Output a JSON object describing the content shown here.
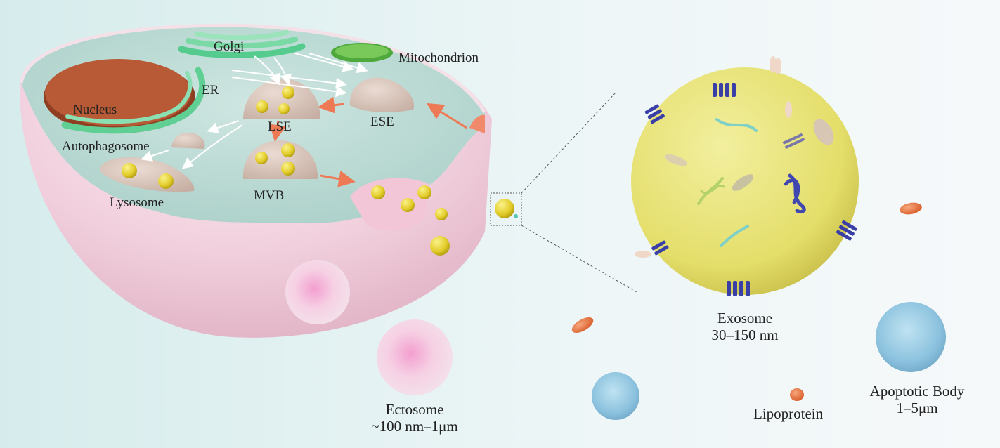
{
  "colors": {
    "background_left": "#d9eeee",
    "background_right": "#f2f7f8",
    "cell_membrane": "#f2d2de",
    "cytoplasm": "#bcd9d3",
    "nucleus": "#b55a37",
    "golgi_er": "#63d49a",
    "vesicle_yellow": "#e6d23a",
    "exosome": "#e9e58a",
    "cargo_blue": "#3a3fa8",
    "lipoprotein": "#e2703b",
    "apoptotic_body": "#8fc3de"
  },
  "organelles": {
    "golgi": "Golgi",
    "mitochondrion": "Mitochondrion",
    "er": "ER",
    "nucleus": "Nucleus",
    "lse": "LSE",
    "ese": "ESE",
    "autophagosome": "Autophagosome",
    "mvb": "MVB",
    "lysosome": "Lysosome"
  },
  "vesicles": {
    "exosome": {
      "name": "Exosome",
      "size": "30–150 nm"
    },
    "ectosome": {
      "name": "Ectosome",
      "size": "~100 nm–1μm"
    },
    "lipoprotein": {
      "name": "Lipoprotein"
    },
    "apoptotic_body": {
      "name": "Apoptotic Body",
      "size": "1–5μm"
    }
  }
}
